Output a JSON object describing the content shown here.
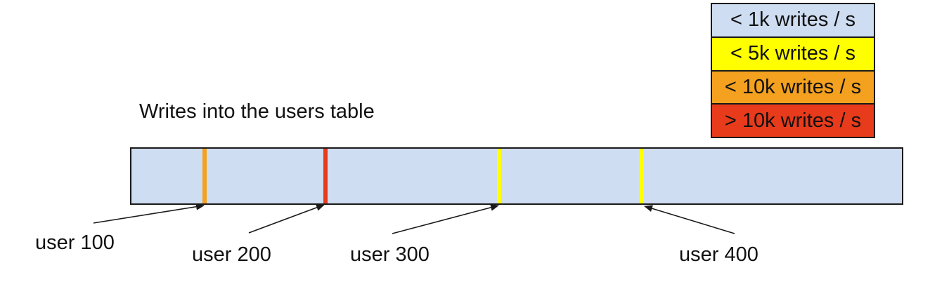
{
  "title": "Writes into the users table",
  "legend": {
    "items": [
      {
        "label": "< 1k writes / s",
        "color": "#CEDDF1"
      },
      {
        "label": "< 5k writes / s",
        "color": "#FFFF00"
      },
      {
        "label": "< 10k writes / s",
        "color": "#F3A11F"
      },
      {
        "label": "> 10k writes / s",
        "color": "#E83B1C"
      }
    ]
  },
  "bar": {
    "fill": "#CEDDF1",
    "border_color": "#1A1A1A"
  },
  "annotations": [
    {
      "label": "user 100",
      "stripe_color": "#F3A11F"
    },
    {
      "label": "user 200",
      "stripe_color": "#E83B1C"
    },
    {
      "label": "user 300",
      "stripe_color": "#FFFF00"
    },
    {
      "label": "user 400",
      "stripe_color": "#FFFF00"
    }
  ]
}
